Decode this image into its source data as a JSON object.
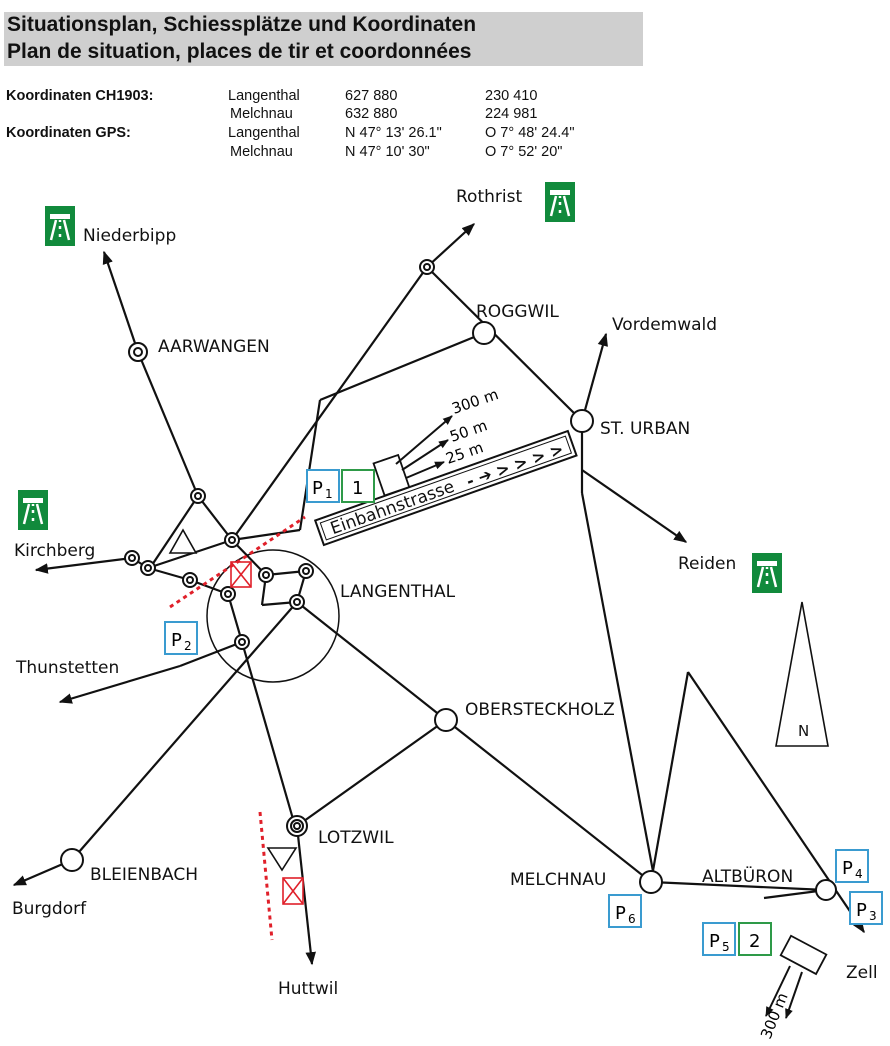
{
  "header": {
    "title_de": "Situationsplan, Schiessplätze und Koordinaten",
    "title_fr": "Plan de situation, places de tir et coordonnées"
  },
  "coordinates": {
    "ch1903_label": "Koordinaten CH1903:",
    "gps_label": "Koordinaten GPS:",
    "rows": [
      {
        "place": "Langenthal",
        "a": "627 880",
        "b": "230 410"
      },
      {
        "place": "Melchnau",
        "a": "632 880",
        "b": "224 981"
      },
      {
        "place": "Langenthal",
        "a": "N 47° 13' 26.1\"",
        "b": "O 7° 48' 24.4\""
      },
      {
        "place": "Melchnau",
        "a": "N 47° 10' 30\"",
        "b": "O 7° 52' 20\""
      }
    ]
  },
  "map": {
    "towns": {
      "aarwangen": "AARWANGEN",
      "roggwil": "ROGGWIL",
      "st_urban": "ST. URBAN",
      "langenthal": "LANGENTHAL",
      "obersteckholz": "OBERSTECKHOLZ",
      "lotzwil": "LOTZWIL",
      "bleienbach": "BLEIENBACH",
      "melchnau": "MELCHNAU",
      "altbueren": "ALTBÜRON"
    },
    "destinations": {
      "niederbipp": "Niederbipp",
      "rothrist": "Rothrist",
      "vordemwald": "Vordemwald",
      "kirchberg": "Kirchberg",
      "reiden": "Reiden",
      "thunstetten": "Thunstetten",
      "burgdorf": "Burgdorf",
      "huttwil": "Huttwil",
      "zell": "Zell"
    },
    "range_labels": {
      "d300": "300 m",
      "d50": "50 m",
      "d25": "25 m",
      "d300b": "300 m"
    },
    "oneway": {
      "label": "Einbahnstrasse",
      "arrows": "- - > > > > >",
      "arrows2": "- ➔ > > > >"
    },
    "parking": {
      "p1": "P",
      "p1_sub": "1",
      "p2": "P",
      "p2_sub": "2",
      "p3": "P",
      "p3_sub": "3",
      "p4": "P",
      "p4_sub": "4",
      "p5": "P",
      "p5_sub": "5",
      "p6": "P",
      "p6_sub": "6"
    },
    "ranges": {
      "r1": "1",
      "r2": "2"
    },
    "north": "N",
    "colors": {
      "parking": "#3a9bd0",
      "range": "#2e9a48",
      "motorway": "#118a3c",
      "dotted_line": "#e0202a",
      "crossed_box": "#e0202a"
    }
  }
}
